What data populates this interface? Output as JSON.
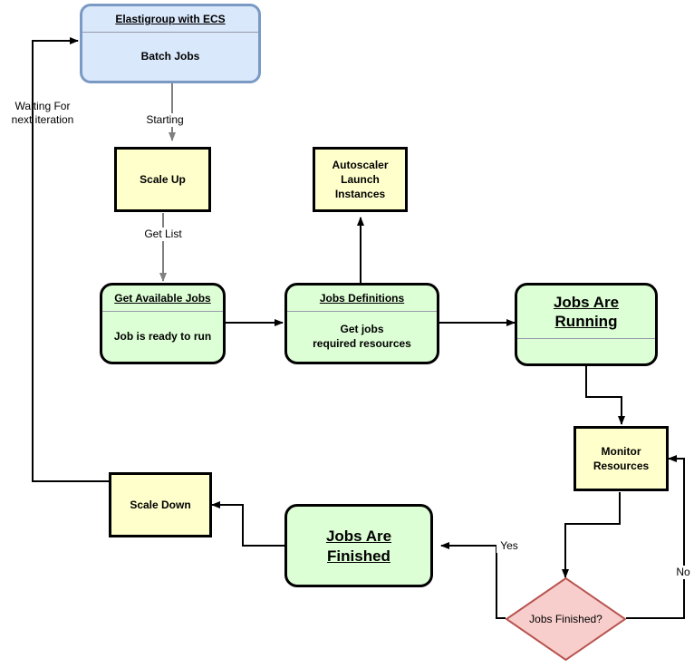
{
  "diagram": {
    "title": "Elastigroup with ECS batch jobs autoscaling flow",
    "type": "flowchart",
    "colors": {
      "blue_fill": "#dae8fc",
      "blue_border": "#7a9ac4",
      "yellow_fill": "#ffffcc",
      "green_fill": "#ddffd5",
      "pink_fill": "#f8cecc",
      "pink_border": "#b85450",
      "node_border": "#000000",
      "edge_black": "#000000",
      "edge_gray": "#808080"
    }
  },
  "nodes": {
    "elastigroup": {
      "header": "Elastigroup with ECS",
      "body": "Batch Jobs"
    },
    "scale_up": {
      "label": "Scale Up"
    },
    "autoscaler": {
      "line1": "Autoscaler",
      "line2": "Launch",
      "line3": "Instances"
    },
    "get_available_jobs": {
      "header": "Get Available Jobs",
      "body": "Job is ready to run"
    },
    "jobs_definitions": {
      "header": "Jobs Definitions",
      "body_line1": "Get jobs",
      "body_line2": "required resources"
    },
    "jobs_are_running": {
      "header_line1": "Jobs Are",
      "header_line2": "Running",
      "body": ""
    },
    "monitor_resources": {
      "line1": "Monitor",
      "line2": "Resources"
    },
    "jobs_finished_decision": {
      "label": "Jobs Finished?"
    },
    "jobs_are_finished": {
      "header_line1": "Jobs Are",
      "header_line2": "Finished"
    },
    "scale_down": {
      "label": "Scale Down"
    }
  },
  "edge_labels": {
    "waiting_line1": "Waiting For",
    "waiting_line2": "next iteration",
    "starting": "Starting",
    "get_list": "Get List",
    "yes": "Yes",
    "no": "No"
  }
}
